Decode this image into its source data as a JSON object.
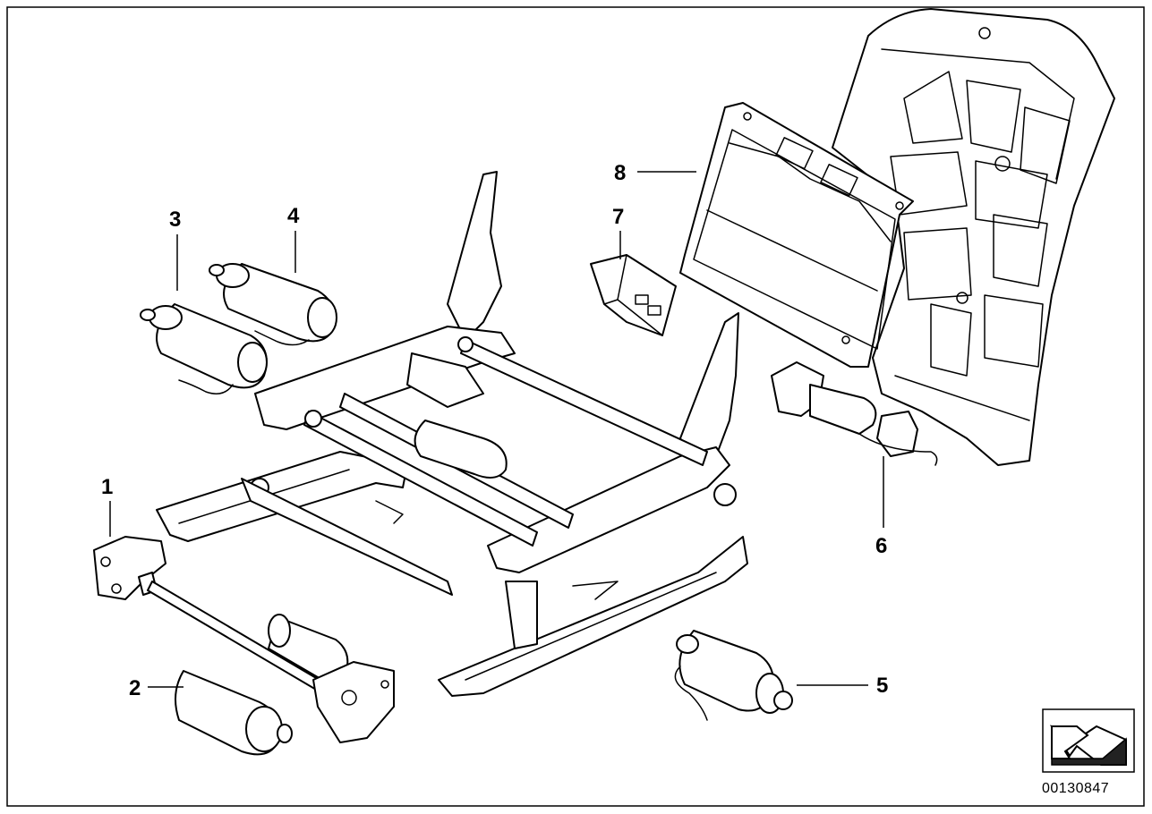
{
  "callouts": [
    {
      "id": "1",
      "label": "1"
    },
    {
      "id": "2",
      "label": "2"
    },
    {
      "id": "3",
      "label": "3"
    },
    {
      "id": "4",
      "label": "4"
    },
    {
      "id": "5",
      "label": "5"
    },
    {
      "id": "6",
      "label": "6"
    },
    {
      "id": "7",
      "label": "7"
    },
    {
      "id": "8",
      "label": "8"
    }
  ],
  "document_number": "00130847",
  "icons": {
    "orientation": "direction-arrow-icon"
  },
  "colors": {
    "line": "#000000",
    "background": "#ffffff"
  }
}
